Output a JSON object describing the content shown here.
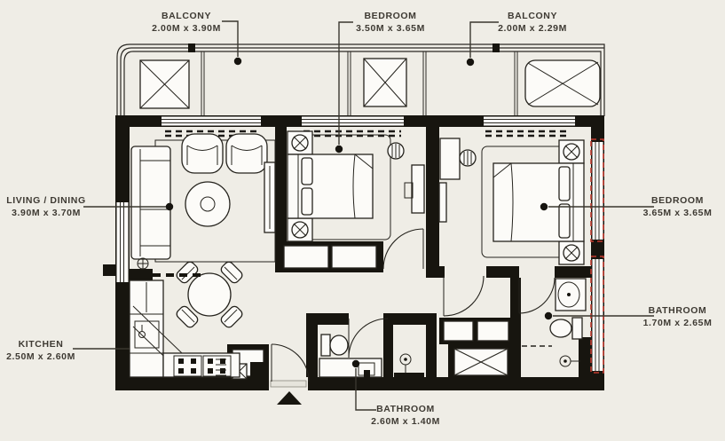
{
  "plan": {
    "type": "apartment-floor-plan",
    "rooms": {
      "balcony_top_left": {
        "name": "BALCONY",
        "dims": "2.00M x 3.90M"
      },
      "bedroom_top": {
        "name": "BEDROOM",
        "dims": "3.50M x 3.65M"
      },
      "balcony_top_right": {
        "name": "BALCONY",
        "dims": "2.00M x 2.29M"
      },
      "living_dining": {
        "name": "LIVING / DINING",
        "dims": "3.90M x 3.70M"
      },
      "bedroom_right": {
        "name": "BEDROOM",
        "dims": "3.65M x 3.65M"
      },
      "kitchen": {
        "name": "KITCHEN",
        "dims": "2.50M x 2.60M"
      },
      "bathroom_right": {
        "name": "BATHROOM",
        "dims": "1.70M x 2.65M"
      },
      "bathroom_bottom": {
        "name": "BATHROOM",
        "dims": "2.60M x 1.40M"
      }
    },
    "icons": [
      "ac-unit-icon",
      "entrance-arrow-icon",
      "lamp-icon",
      "shower-head-icon"
    ],
    "colors": {
      "background": "#efede6",
      "walls": "#17150f",
      "furniture_fill": "#fcfbf8",
      "window_marker_red": "#c03a2e",
      "label_text": "#3e3a33"
    }
  }
}
